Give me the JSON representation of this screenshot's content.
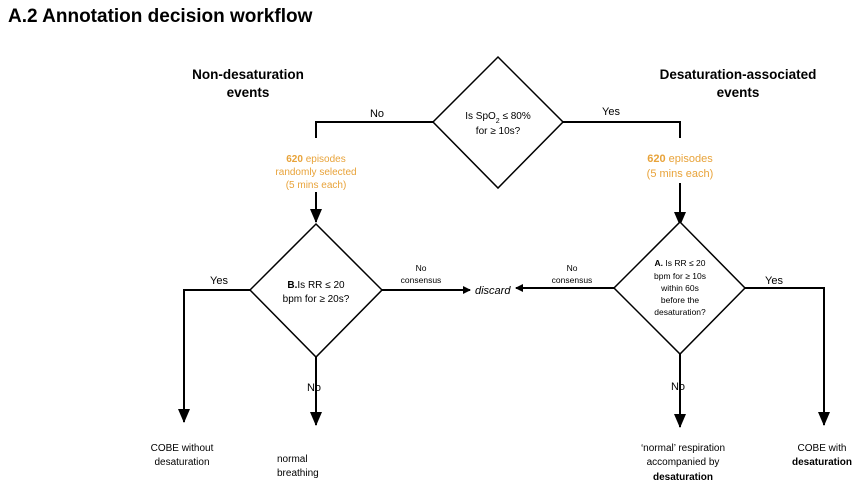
{
  "title": "A.2  Annotation decision workflow",
  "headings": {
    "left_line1": "Non-desaturation",
    "left_line2": "events",
    "right_line1": "Desaturation-associated",
    "right_line2": "events"
  },
  "top_decision": {
    "line1_prefix": "Is SpO",
    "line1_sub": "2",
    "line1_suffix": " ≤ 80%",
    "line2": "for  ≥ 10s?",
    "no_label": "No",
    "yes_label": "Yes"
  },
  "left_episodes": {
    "count": "620",
    "line1_rest": " episodes",
    "line2": "randomly selected",
    "line3": "(5 mins each)"
  },
  "right_episodes": {
    "count": "620",
    "line1_rest": " episodes",
    "line2": "(5 mins each)"
  },
  "decision_b": {
    "letter": "B.",
    "line1_rest": "Is RR ≤ 20",
    "line2": "bpm for ≥ 20s?",
    "yes_label": "Yes",
    "no_label": "No",
    "no_consensus_1": "No",
    "no_consensus_2": "consensus"
  },
  "decision_a": {
    "letter": "A.",
    "line1_rest": " Is RR ≤ 20",
    "line2": "bpm for  ≥ 10s",
    "line3": "within 60s",
    "line4": "before the",
    "line5": "desaturation?",
    "yes_label": "Yes",
    "no_label": "No",
    "no_consensus_1": "No",
    "no_consensus_2": "consensus"
  },
  "discard_label": "discard",
  "outcomes": {
    "cobe_without_1": "COBE without",
    "cobe_without_2": "desaturation",
    "normal_breathing_1": "normal",
    "normal_breathing_2": "breathing",
    "normal_resp_1": "‘normal’ respiration",
    "normal_resp_2": "accompanied by",
    "normal_resp_3": "desaturation",
    "cobe_with_1": "COBE with",
    "cobe_with_2": "desaturation"
  },
  "colors": {
    "accent": "#e8a33a",
    "line": "#000000"
  }
}
